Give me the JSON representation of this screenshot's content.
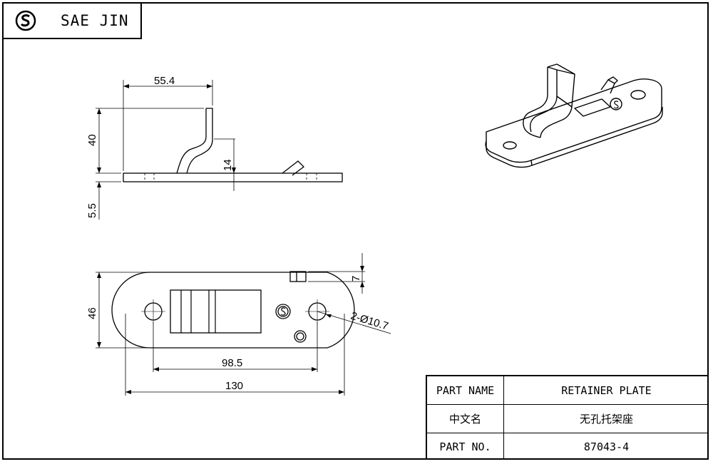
{
  "brand": {
    "name": "SAE JIN",
    "logo_icon": "sj-logo-icon"
  },
  "dimensions": {
    "width_top": "55.4",
    "height_top": "40",
    "height_bend": "14",
    "thickness": "5.5",
    "tab": "7",
    "width_plan": "46",
    "hole": "2-Ø10.7",
    "hole_span": "98.5",
    "length": "130"
  },
  "title_block": {
    "part_name_label": "PART NAME",
    "part_name_value": "RETAINER PLATE",
    "cn_label": "中文名",
    "cn_value": "无孔托架座",
    "part_no_label": "PART NO.",
    "part_no_value": "87043-4"
  }
}
